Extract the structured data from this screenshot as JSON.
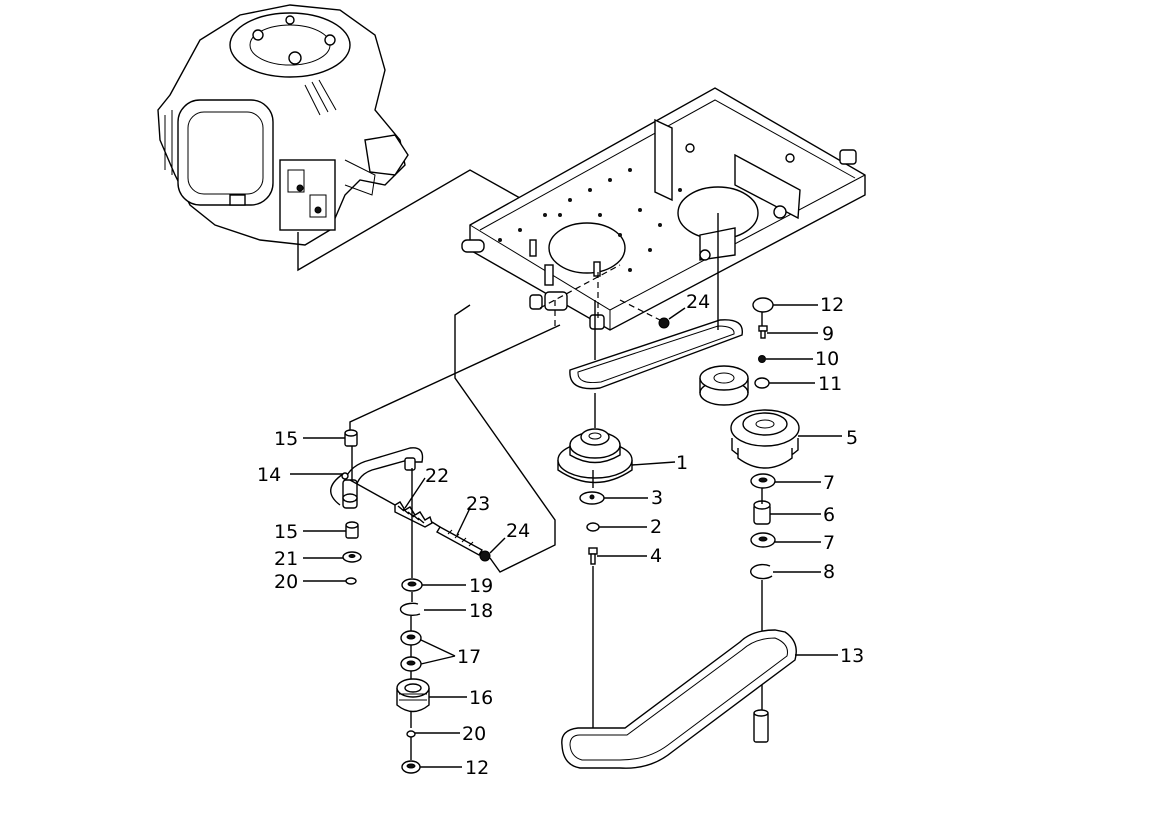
{
  "callouts": [
    {
      "id": "c1",
      "text": "1"
    },
    {
      "id": "c2",
      "text": "2"
    },
    {
      "id": "c3",
      "text": "3"
    },
    {
      "id": "c4",
      "text": "4"
    },
    {
      "id": "c5",
      "text": "5"
    },
    {
      "id": "c6",
      "text": "6"
    },
    {
      "id": "c7a",
      "text": "7"
    },
    {
      "id": "c7b",
      "text": "7"
    },
    {
      "id": "c8",
      "text": "8"
    },
    {
      "id": "c9",
      "text": "9"
    },
    {
      "id": "c10",
      "text": "10"
    },
    {
      "id": "c11",
      "text": "11"
    },
    {
      "id": "c12a",
      "text": "12"
    },
    {
      "id": "c12b",
      "text": "12"
    },
    {
      "id": "c13",
      "text": "13"
    },
    {
      "id": "c14",
      "text": "14"
    },
    {
      "id": "c15a",
      "text": "15"
    },
    {
      "id": "c15b",
      "text": "15"
    },
    {
      "id": "c16",
      "text": "16"
    },
    {
      "id": "c17",
      "text": "17"
    },
    {
      "id": "c18",
      "text": "18"
    },
    {
      "id": "c19",
      "text": "19"
    },
    {
      "id": "c20a",
      "text": "20"
    },
    {
      "id": "c20b",
      "text": "20"
    },
    {
      "id": "c21",
      "text": "21"
    },
    {
      "id": "c22",
      "text": "22"
    },
    {
      "id": "c23",
      "text": "23"
    },
    {
      "id": "c24a",
      "text": "24"
    },
    {
      "id": "c24b",
      "text": "24"
    }
  ]
}
